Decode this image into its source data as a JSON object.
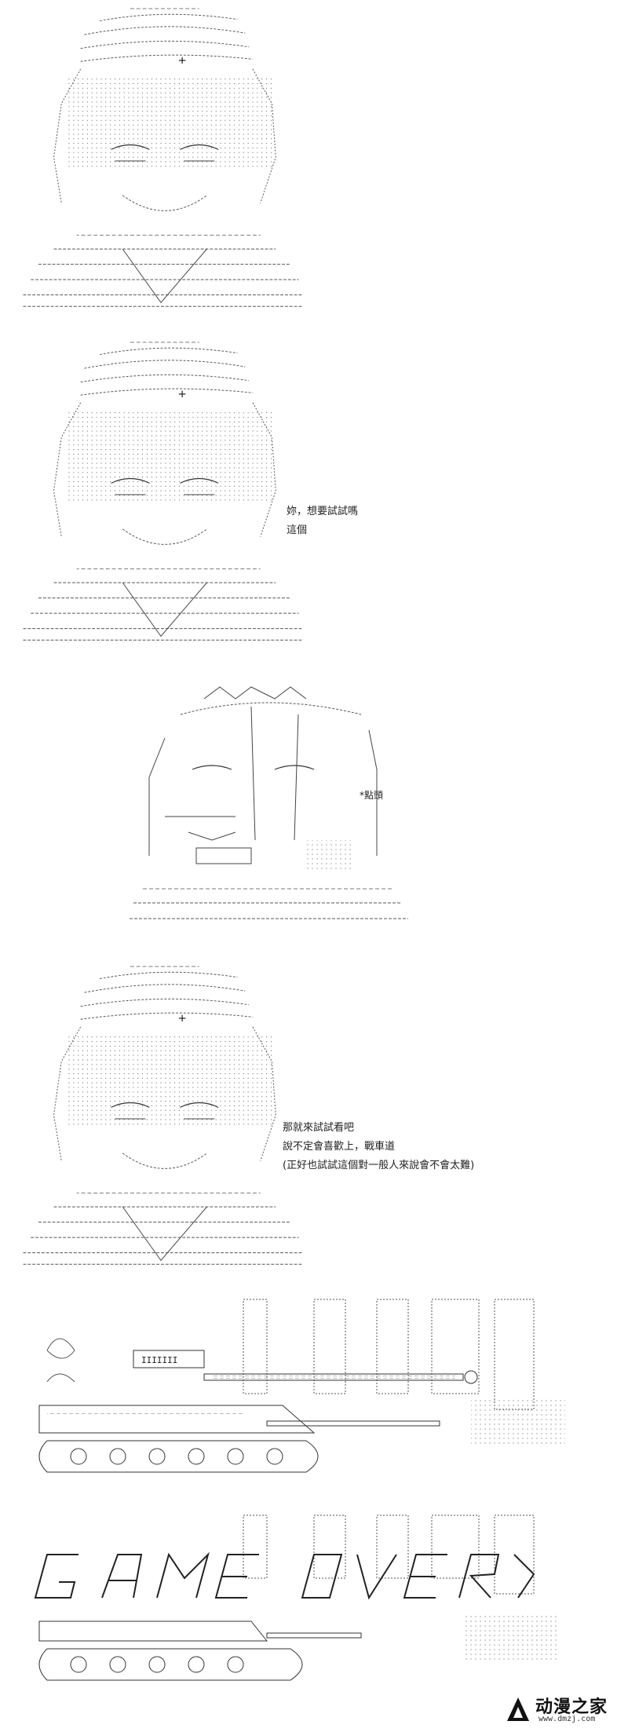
{
  "panels": {
    "p1": {
      "dialog": []
    },
    "p2": {
      "dialog": [
        "妳，想要試試嗎",
        "這個"
      ]
    },
    "p3": {
      "sfx": "*點頭"
    },
    "p4": {
      "dialog": [
        "那就來試試看吧",
        "說不定會喜歡上，戰車道",
        "(正好也試試這個對一般人來說會不會太難)"
      ]
    },
    "p5": {},
    "p6": {}
  },
  "watermark": {
    "title": "动漫之家",
    "url": "www.dmzj.com"
  }
}
